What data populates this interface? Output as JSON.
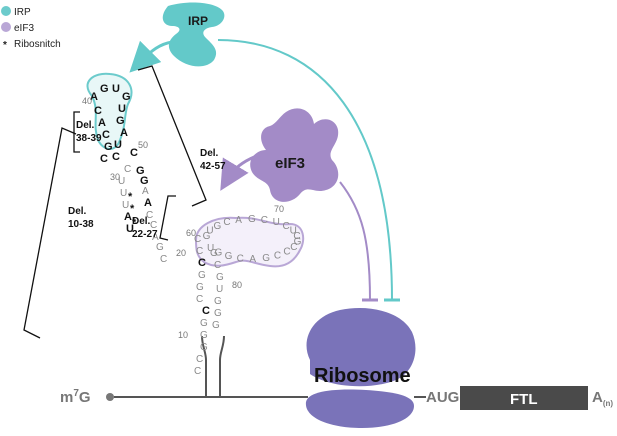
{
  "legend": {
    "items": [
      {
        "marker": "dot",
        "color": "#6ccbcc",
        "label": "IRP"
      },
      {
        "marker": "dot",
        "color": "#b9a7d6",
        "label": "eIF3"
      },
      {
        "marker": "*",
        "color": "#111111",
        "label": "Ribosnitch"
      }
    ]
  },
  "proteins": {
    "irp": {
      "label": "IRP",
      "color": "#63c9c9"
    },
    "eif3": {
      "label": "eIF3",
      "color": "#a38bc7"
    },
    "ribosome": {
      "label": "Ribosome",
      "color": "#7a73b9"
    }
  },
  "mrna": {
    "cap_base": "m",
    "cap_sup": "7",
    "cap_end": "G",
    "start_codon": "AUG",
    "gene": "FTL",
    "poly_a": "A",
    "poly_a_sub": "(n)"
  },
  "deletions": [
    {
      "line1": "Del.",
      "line2": "38-39"
    },
    {
      "line1": "Del.",
      "line2": "42-57"
    },
    {
      "line1": "Del.",
      "line2": "10-38"
    },
    {
      "line1": "Del.",
      "line2": "22-27"
    }
  ],
  "position_numbers": [
    "10",
    "20",
    "30",
    "40",
    "50",
    "60",
    "70",
    "80"
  ],
  "nucleotides": {
    "loop": [
      "A",
      "G",
      "U",
      "G"
    ],
    "upper_left": [
      "C",
      "A",
      "C",
      "G",
      "C"
    ],
    "upper_right": [
      "U",
      "G",
      "A",
      "U",
      "C",
      "C"
    ],
    "bulge": [
      "C",
      "G",
      "G",
      "A"
    ],
    "middle_left": [
      "U",
      "U",
      "U",
      "A",
      "U"
    ],
    "middle_right": [
      "A",
      "C",
      "C",
      "A",
      "G",
      "C"
    ],
    "lower_left": [
      "C",
      "C",
      "C",
      "G",
      "G",
      "C",
      "C",
      "G",
      "G",
      "G",
      "C",
      "C"
    ],
    "lower_right": [
      "G",
      "C",
      "G",
      "U",
      "G",
      "G",
      "G"
    ],
    "big_loop": [
      "G",
      "U",
      "G",
      "C",
      "A",
      "G",
      "C",
      "U",
      "C",
      "U",
      "C",
      "G",
      "C",
      "C",
      "C",
      "G",
      "A",
      "C",
      "G",
      "G",
      "U"
    ],
    "ribosnitch_marks": [
      "*",
      "*",
      "*"
    ]
  }
}
